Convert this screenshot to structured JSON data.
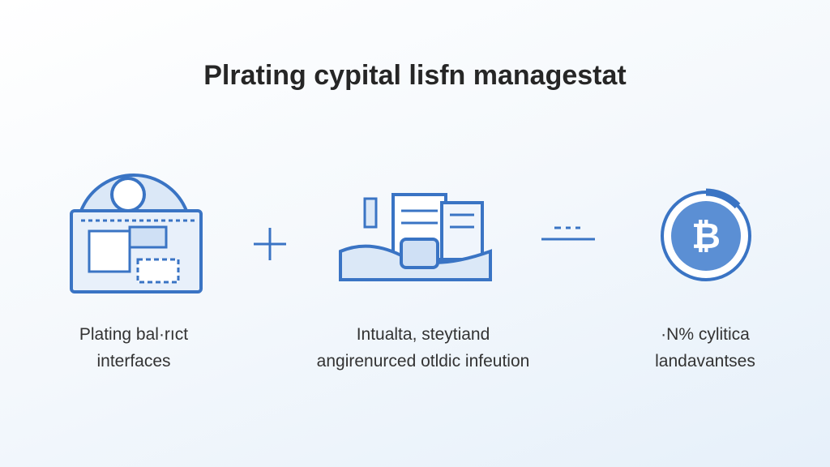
{
  "title": "Plrating cypital lisfn managestat",
  "items": [
    {
      "line1": "Plating bal·rıct",
      "line2": "interfaces",
      "icon": "dashboard-dome-icon"
    },
    {
      "line1": "Intualta, steytiand",
      "line2": "angirenurced otldic infeution",
      "icon": "documents-cloud-icon"
    },
    {
      "line1": "·N% cylitica",
      "line2": "landavantses",
      "icon": "bitcoin-icon"
    }
  ],
  "operators": [
    "plus-icon",
    "minus-icon"
  ],
  "colors": {
    "accent": "#3a74c4",
    "light": "#dbe8f7"
  }
}
